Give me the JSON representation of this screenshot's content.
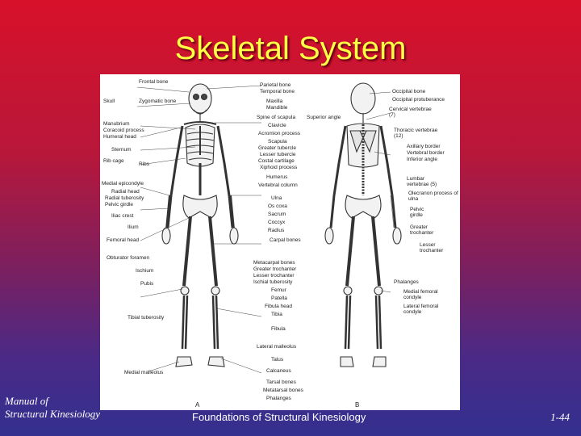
{
  "slide": {
    "title": "Skeletal System",
    "footer_left_line1": "Manual of",
    "footer_left_line2": "Structural Kinesiology",
    "footer_center": "Foundations of Structural Kinesiology",
    "page_number": "1-44"
  },
  "figure": {
    "panel_a_label": "A",
    "panel_b_label": "B",
    "left_labels": {
      "skull": "Skull",
      "frontal": "Frontal bone",
      "zygomatic": "Zygomatic bone",
      "manubrium": "Manubrium",
      "coracoid": "Coracoid process",
      "humeral_head": "Humeral head",
      "rib_cage": "Rib cage",
      "sternum": "Sternum",
      "ribs": "Ribs",
      "medial_epicondyle": "Medial epicondyle",
      "radial_head": "Radial head",
      "radial_tuberosity": "Radial tuberosity",
      "pelvic_girdle": "Pelvic girdle",
      "iliac_crest": "Iliac crest",
      "ilium": "Ilium",
      "femoral_head": "Femoral head",
      "obturator": "Obturator foramen",
      "ischium": "Ischium",
      "pubis": "Pubis",
      "tibial_tuberosity": "Tibial tuberosity",
      "medial_malleolus": "Medial malleolus"
    },
    "center_labels": {
      "parietal": "Parietal bone",
      "temporal": "Temporal bone",
      "maxilla": "Maxilla",
      "mandible": "Mandible",
      "spine_scapula": "Spine of scapula",
      "clavicle": "Clavicle",
      "acromion": "Acromion process",
      "scapula": "Scapula",
      "greater_tubercle": "Greater tubercle",
      "lesser_tubercle": "Lesser tubercle",
      "costal_cartilage": "Costal cartilage",
      "xiphoid": "Xiphoid process",
      "humerus": "Humerus",
      "vertebral_column": "Vertebral column",
      "ulna": "Ulna",
      "os_coxa": "Os coxa",
      "sacrum": "Sacrum",
      "coccyx": "Coccyx",
      "radius": "Radius",
      "carpal": "Carpal bones",
      "metacarpal": "Metacarpal bones",
      "greater_trochanter": "Greater trochanter",
      "lesser_trochanter": "Lesser trochanter",
      "ischial_tuberosity": "Ischial tuberosity",
      "femur": "Femur",
      "patella": "Patella",
      "fibula_head": "Fibula head",
      "tibia": "Tibia",
      "fibula": "Fibula",
      "lateral_malleolus": "Lateral malleolus",
      "talus": "Talus",
      "calcaneus": "Calcaneus",
      "tarsal": "Tarsal bones",
      "metatarsal": "Metatarsal bones",
      "phalanges": "Phalanges",
      "superior_angle": "Superior angle"
    },
    "right_labels": {
      "occipital_bone": "Occipital bone",
      "occipital_protuberance": "Occipital protuberance",
      "cervical": "Cervical vertebrae (7)",
      "thoracic": "Thoracic vertebrae (12)",
      "axillary": "Axillary border",
      "vertebral_border": "Vertebral border",
      "inferior_angle": "Inferior angle",
      "lumbar": "Lumbar vertebrae (5)",
      "olecranon": "Olecranon process of ulna",
      "pelvic_girdle": "Pelvic girdle",
      "greater_trochanter": "Greater trochanter",
      "lesser_trochanter": "Lesser trochanter",
      "phalanges": "Phalanges",
      "medial_femoral": "Medial femoral condyle",
      "lateral_femoral": "Lateral femoral condyle"
    }
  }
}
